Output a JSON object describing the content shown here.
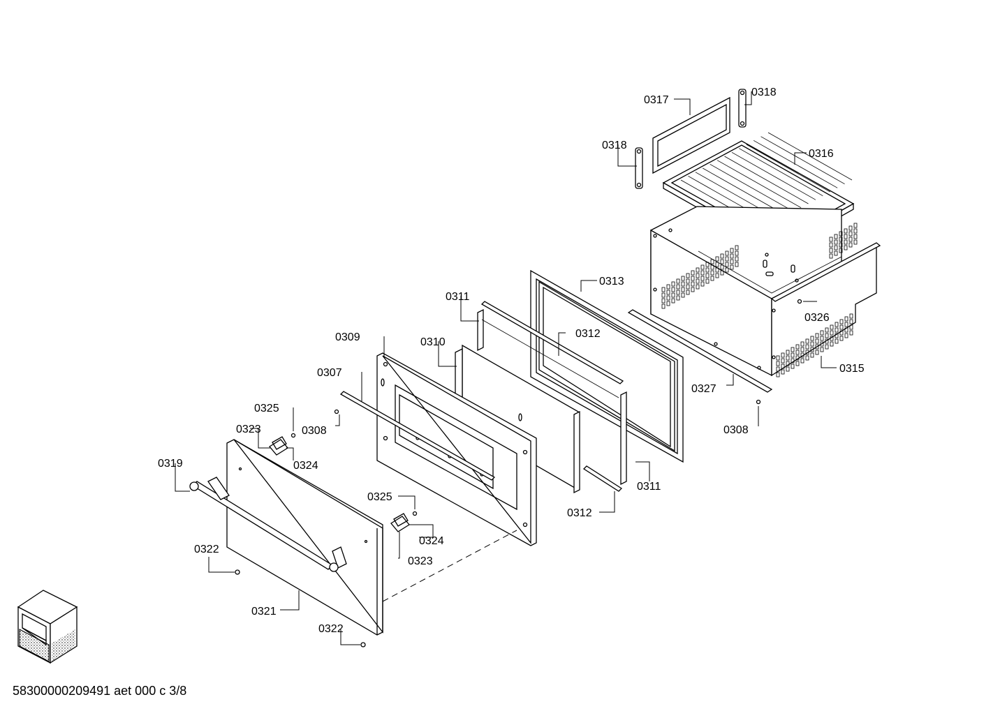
{
  "labels": [
    "0317",
    "0318",
    "0318",
    "0316",
    "0313",
    "0311",
    "0312",
    "0309",
    "0310",
    "0307",
    "0326",
    "0315",
    "0327",
    "0308",
    "0325",
    "0323",
    "0308",
    "0324",
    "0319",
    "0311",
    "0312",
    "0325",
    "0324",
    "0322",
    "0323",
    "0321",
    "0322"
  ],
  "footer": "58300000209491 aet 000 c 3/8"
}
